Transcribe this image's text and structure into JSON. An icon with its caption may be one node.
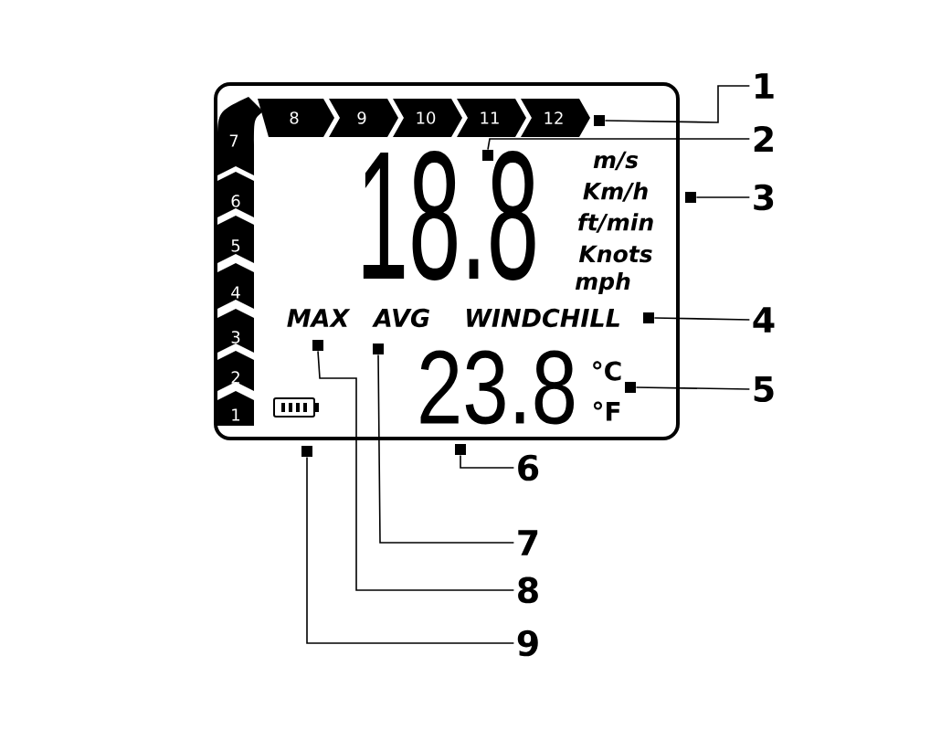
{
  "diagram": {
    "nodes": [
      {
        "text": [],
        "shape": "box"
      },
      {
        "text": [
          "1"
        ],
        "in": 0
      },
      {
        "text": [
          "2"
        ],
        "in": 0
      },
      {
        "text": [
          "3"
        ],
        "in": 0
      },
      {
        "text": [
          "4"
        ],
        "in": 0
      },
      {
        "text": [
          "5"
        ],
        "in": 0
      },
      {
        "text": [
          "6"
        ],
        "in": 0
      },
      {
        "text": [
          "7"
        ],
        "in": 0
      },
      {
        "text": [
          "8"
        ],
        "in": 0
      },
      {
        "text": [
          "9"
        ],
        "in": 0
      },
      {
        "text": [
          "10"
        ],
        "in": 0
      },
      {
        "text": [
          "11"
        ],
        "in": 0
      },
      {
        "text": [
          "12"
        ],
        "in": 0
      },
      {
        "text": [],
        "shape": "box",
        "in": 0
      },
      {
        "text": [],
        "shape": "box",
        "in": 0
      },
      {
        "text": [],
        "shape": "box"
      },
      {
        "text": [],
        "shape": "box",
        "in": 0
      },
      {
        "text": [],
        "shape": "box",
        "in": 0
      },
      {
        "text": [],
        "shape": "box"
      },
      {
        "text": [],
        "shape": "box",
        "in": 0
      },
      {
        "text": [],
        "shape": "box",
        "in": 0
      },
      {
        "text": [],
        "shape": "box"
      },
      {
        "text": [
          "1"
        ]
      },
      {
        "text": [
          "2"
        ]
      },
      {
        "text": [
          "3"
        ]
      },
      {
        "text": [
          "4"
        ]
      },
      {
        "text": [
          "5"
        ]
      },
      {
        "text": [
          "6"
        ]
      },
      {
        "text": [
          "7"
        ]
      },
      {
        "text": [
          "8"
        ]
      },
      {
        "text": [
          "9"
        ]
      }
    ],
    "edges": [
      {
        "from": 22,
        "to": 13,
        "arrow": "none"
      },
      {
        "from": 23,
        "to": 14,
        "arrow": "none"
      },
      {
        "from": 24,
        "to": 15,
        "arrow": "none"
      },
      {
        "from": 25,
        "to": 16,
        "arrow": "none"
      },
      {
        "from": 26,
        "to": 17,
        "arrow": "none"
      },
      {
        "from": 27,
        "to": 18,
        "arrow": "none"
      },
      {
        "from": 28,
        "to": 19,
        "arrow": "none"
      },
      {
        "from": 29,
        "to": 20,
        "arrow": "none"
      },
      {
        "from": 30,
        "to": 21,
        "arrow": "none"
      }
    ],
    "labels": [
      "18.8",
      "m/s",
      "Km/h",
      "ft/min",
      "Knots",
      "mph",
      "MAX",
      "AVG",
      "WINDCHILL",
      "23.8",
      "°C",
      "°F"
    ]
  }
}
